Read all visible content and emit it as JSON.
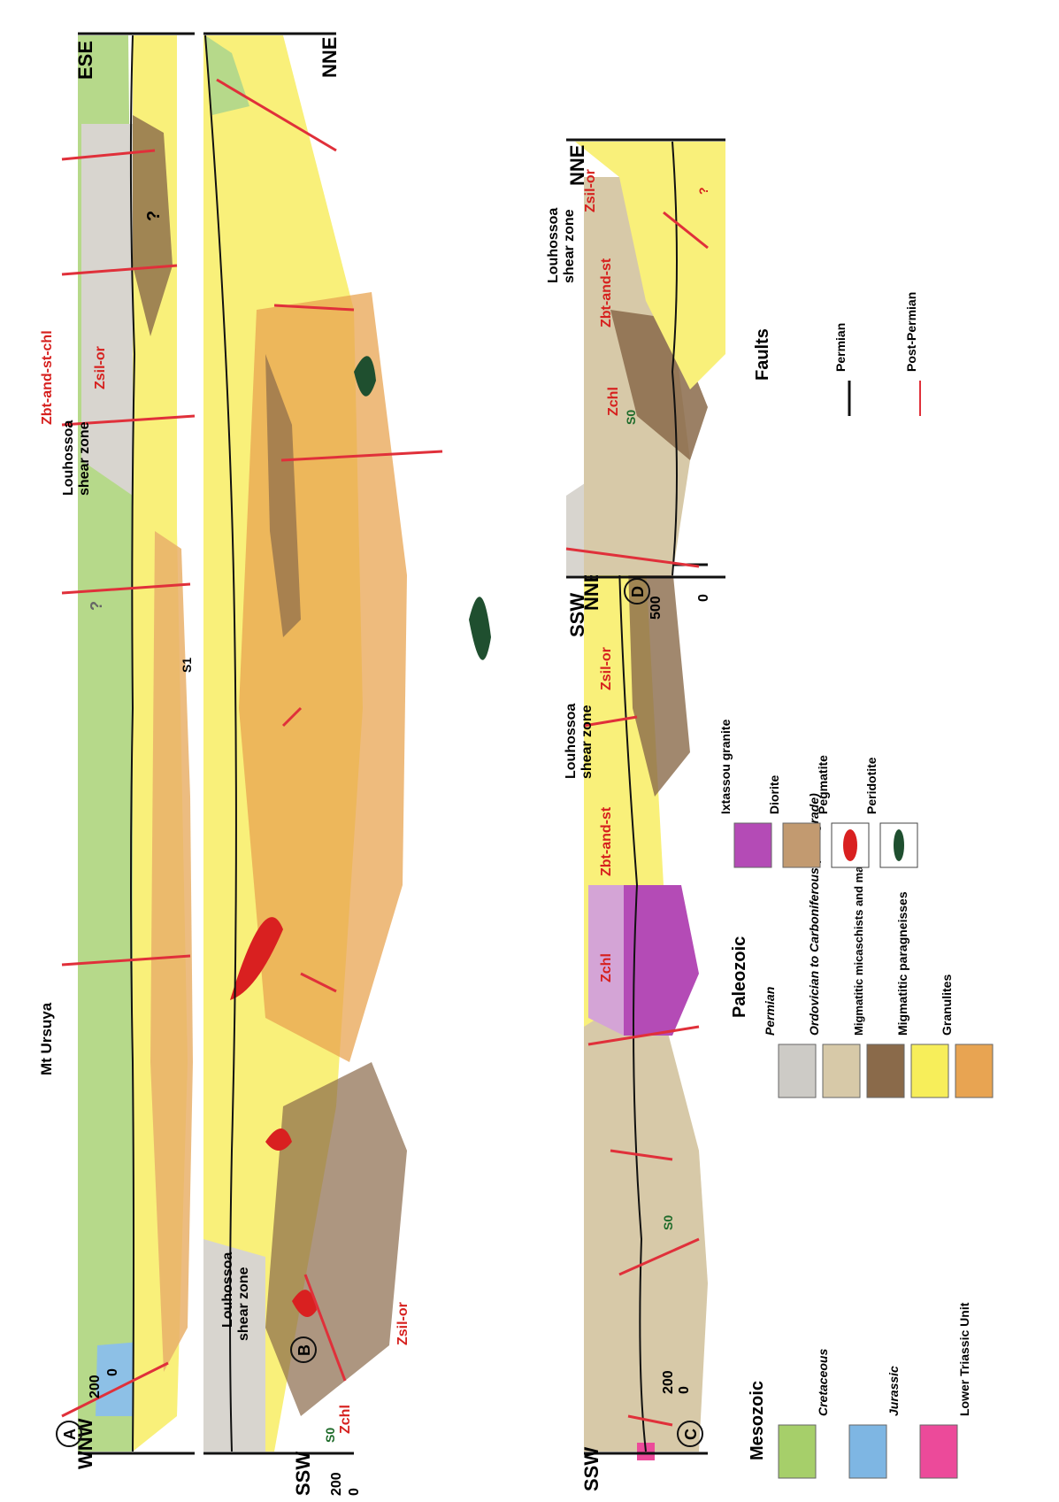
{
  "sections": {
    "A": {
      "letter": "A",
      "left_end": "WNW",
      "right_end": "ESE",
      "scale": [
        "200",
        "0"
      ],
      "peak": "Mt Ursuya",
      "zone": [
        "Louhossoa",
        "shear zone"
      ],
      "red_labels": [
        "Zbt-and-st-chl",
        "Zsil-or"
      ],
      "foliation": "S1",
      "question": "?"
    },
    "B": {
      "letter": "B",
      "left_end": "SSW",
      "right_end": "NNE",
      "scale": [
        "200",
        "0"
      ],
      "zone": [
        "Louhossoa",
        "shear zone"
      ],
      "red_labels": [
        "Zchl",
        "Zsil-or"
      ],
      "foliation": "S0"
    },
    "C": {
      "letter": "C",
      "left_end": "SSW",
      "right_end": "NNE",
      "scale": [
        "200",
        "0"
      ],
      "zone": [
        "Louhossoa",
        "shear zone"
      ],
      "red_labels": [
        "Zchl",
        "Zbt-and-st",
        "Zsil-or"
      ],
      "foliation": "S0"
    },
    "D": {
      "letter": "D",
      "left_end": "SSW",
      "right_end": "NNE",
      "scale": [
        "500",
        "0"
      ],
      "zone": [
        "Louhossoa",
        "shear zone"
      ],
      "red_labels": [
        "Zchl",
        "Zbt-and-st",
        "Zsil-or"
      ],
      "foliation": "S0",
      "question": "?"
    }
  },
  "legend": {
    "mesozoic": {
      "title": "Mesozoic",
      "items": [
        {
          "label": "Cretaceous",
          "color": "#a6cf6a"
        },
        {
          "label": "Jurassic",
          "color": "#7eb6e3"
        },
        {
          "label": "Lower Triassic Unit",
          "color": "#ec4a9a"
        }
      ]
    },
    "paleozoic": {
      "title": "Paleozoic",
      "items": [
        {
          "label": "Permian",
          "color": "#cdcbc6"
        },
        {
          "label": "Ordovician to Carboniferous (Low-grade)",
          "color": "#d7c9a8"
        },
        {
          "label": "Migmatitic micaschists and marbles",
          "color": "#8a6a4a"
        },
        {
          "label": "Migmatitic paragneisses",
          "color": "#f7ee5a"
        },
        {
          "label": "Granulites",
          "color": "#e8a452"
        }
      ]
    },
    "igneous": {
      "items": [
        {
          "label": "Ixtassou granite",
          "color": "#b44bb6"
        },
        {
          "label": "Diorite",
          "color": "#c29a70"
        },
        {
          "label": "Pegmatite",
          "color": "#d92020"
        },
        {
          "label": "Peridotite",
          "color": "#1f4f2f"
        }
      ]
    },
    "faults": {
      "title": "Faults",
      "items": [
        {
          "label": "Permian",
          "color": "#111111"
        },
        {
          "label": "Post-Permian",
          "color": "#e0303a"
        }
      ]
    }
  }
}
